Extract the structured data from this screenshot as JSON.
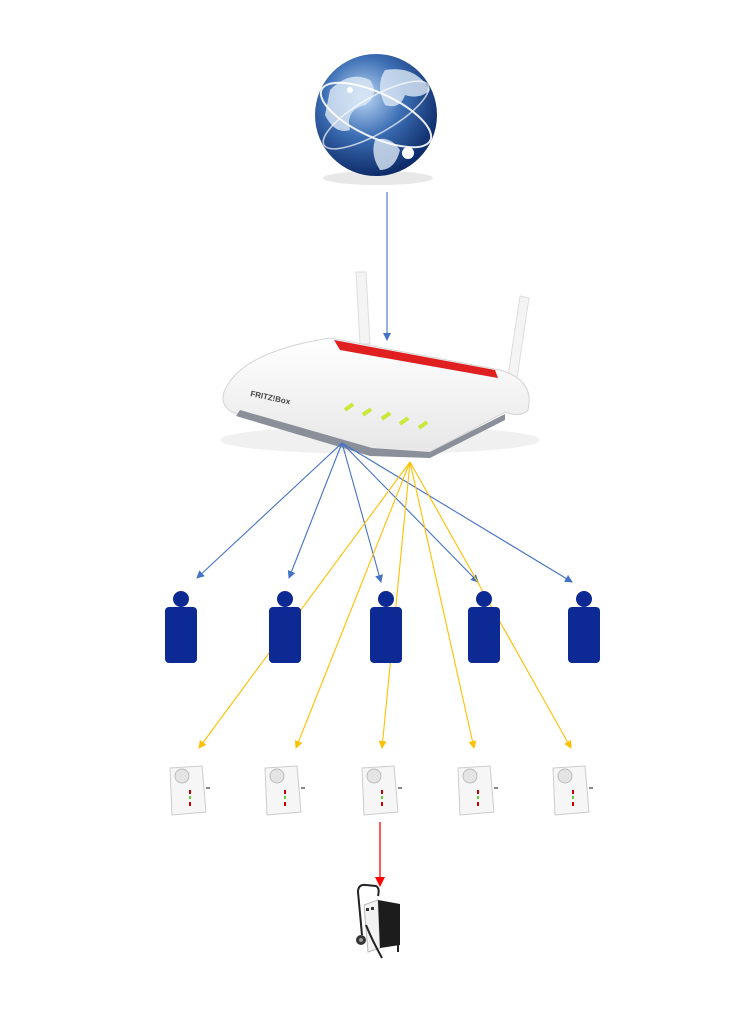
{
  "colors": {
    "wifi_link": "#4472c4",
    "dect_link": "#ffc000",
    "power_link": "#ff0000",
    "sensor": "#0d2a94",
    "router_stripe": "#e02020"
  },
  "nodes": {
    "internet": {
      "icon": "globe-icon"
    },
    "router": {
      "icon": "router-icon",
      "brand": "FRITZ!Box"
    },
    "sensors": [
      {
        "icon": "sensor-icon"
      },
      {
        "icon": "sensor-icon"
      },
      {
        "icon": "sensor-icon"
      },
      {
        "icon": "sensor-icon"
      },
      {
        "icon": "sensor-icon"
      }
    ],
    "plugs": [
      {
        "icon": "smart-plug-icon"
      },
      {
        "icon": "smart-plug-icon"
      },
      {
        "icon": "smart-plug-icon"
      },
      {
        "icon": "smart-plug-icon"
      },
      {
        "icon": "smart-plug-icon"
      }
    ],
    "appliance": {
      "icon": "dehumidifier-icon"
    }
  },
  "links": [
    {
      "from": "internet",
      "to": "router",
      "type": "wifi_link"
    },
    {
      "from": "router",
      "to": "sensor-0",
      "type": "wifi_link"
    },
    {
      "from": "router",
      "to": "sensor-1",
      "type": "wifi_link"
    },
    {
      "from": "router",
      "to": "sensor-2",
      "type": "wifi_link"
    },
    {
      "from": "router",
      "to": "sensor-3",
      "type": "wifi_link"
    },
    {
      "from": "router",
      "to": "sensor-4",
      "type": "wifi_link"
    },
    {
      "from": "router",
      "to": "plug-0",
      "type": "dect_link"
    },
    {
      "from": "router",
      "to": "plug-1",
      "type": "dect_link"
    },
    {
      "from": "router",
      "to": "plug-2",
      "type": "dect_link"
    },
    {
      "from": "router",
      "to": "plug-3",
      "type": "dect_link"
    },
    {
      "from": "router",
      "to": "plug-4",
      "type": "dect_link"
    },
    {
      "from": "plug-2",
      "to": "appliance",
      "type": "power_link"
    }
  ]
}
